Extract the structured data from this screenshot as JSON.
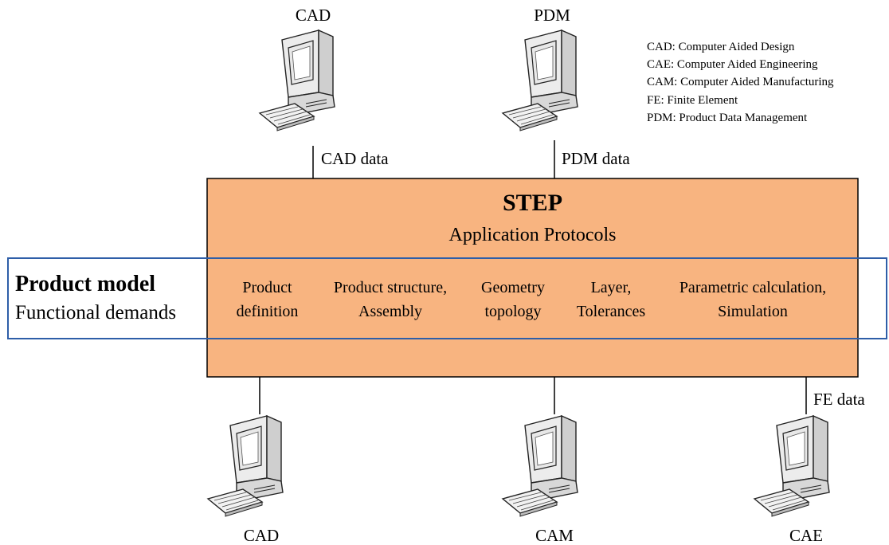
{
  "stations": {
    "top_left": {
      "label": "CAD",
      "link_label": "CAD data"
    },
    "top_right": {
      "label": "PDM",
      "link_label": "PDM data"
    },
    "bottom_left": {
      "label": "CAD"
    },
    "bottom_middle": {
      "label": "CAM"
    },
    "bottom_right": {
      "label": "CAE",
      "link_label": "FE data"
    }
  },
  "legend": [
    "CAD: Computer Aided Design",
    "CAE: Computer Aided Engineering",
    "CAM: Computer Aided Manufacturing",
    "FE: Finite Element",
    "PDM: Product Data Management"
  ],
  "step_box": {
    "title": "STEP",
    "subtitle": "Application Protocols",
    "fill_color": "#f8b480",
    "modules": [
      {
        "line1": "Product",
        "line2": "definition"
      },
      {
        "line1": "Product structure,",
        "line2": "Assembly"
      },
      {
        "line1": "Geometry",
        "line2": "topology"
      },
      {
        "line1": "Layer,",
        "line2": "Tolerances"
      },
      {
        "line1": "Parametric calculation,",
        "line2": "Simulation"
      }
    ]
  },
  "product_model": {
    "title": "Product model",
    "subtitle": "Functional demands",
    "frame_color": "#2e5ea8"
  }
}
